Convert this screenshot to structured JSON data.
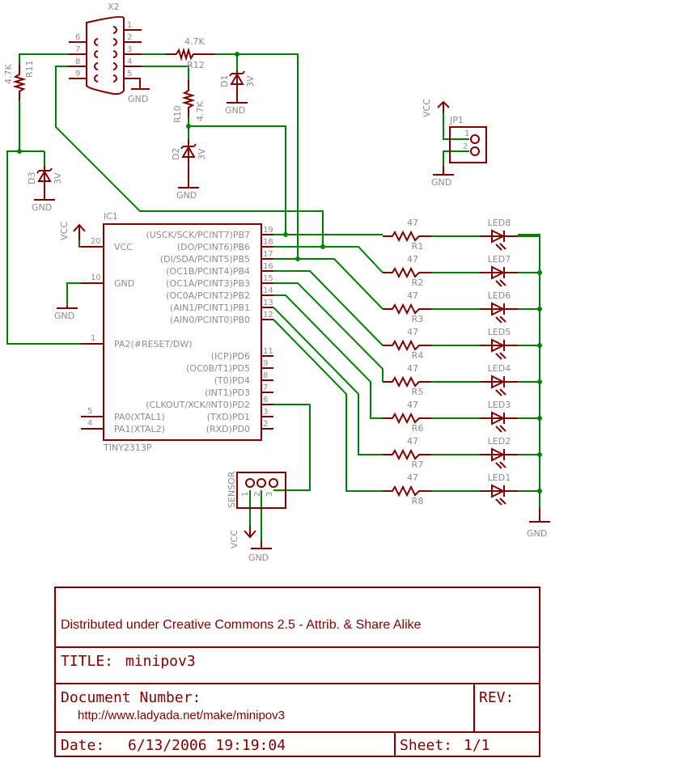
{
  "colors": {
    "wire": "#008000",
    "part": "#800000",
    "label": "#8c8c8c",
    "background": "#ffffff"
  },
  "connector_x2": {
    "name": "X2",
    "pins_left": [
      "6",
      "7",
      "8",
      "9"
    ],
    "pins_right": [
      "1",
      "2",
      "3",
      "4",
      "5"
    ],
    "gnd_label": "GND"
  },
  "resistors_top": [
    {
      "name": "R12",
      "value": "4.7K"
    },
    {
      "name": "R11",
      "value": "4.7K"
    },
    {
      "name": "R10",
      "value": "4.7K"
    }
  ],
  "zeners": [
    {
      "name": "D1",
      "value": "3V",
      "gnd": "GND"
    },
    {
      "name": "D2",
      "value": "3V",
      "gnd": "GND"
    },
    {
      "name": "D3",
      "value": "3V",
      "gnd": "GND"
    }
  ],
  "jumper": {
    "name": "JP1",
    "vcc": "VCC",
    "gnd": "GND",
    "pins": [
      "1",
      "2"
    ]
  },
  "ic": {
    "name": "IC1",
    "part": "TINY2313P",
    "vcc_label": "VCC",
    "gnd_label": "GND",
    "left_pins": [
      {
        "num": "20",
        "label": "VCC"
      },
      {
        "num": "10",
        "label": "GND"
      },
      {
        "num": "1",
        "label": "PA2(#RESET/DW)"
      },
      {
        "num": "5",
        "label": "PA0(XTAL1)"
      },
      {
        "num": "4",
        "label": "PA1(XTAL2)"
      }
    ],
    "right_pins": [
      {
        "num": "19",
        "label": "(USCK/SCK/PCINT7)PB7"
      },
      {
        "num": "18",
        "label": "(DO/PCINT6)PB6"
      },
      {
        "num": "17",
        "label": "(DI/SDA/PCINT5)PB5"
      },
      {
        "num": "16",
        "label": "(OC1B/PCINT4)PB4"
      },
      {
        "num": "15",
        "label": "(OC1A/PCINT3)PB3"
      },
      {
        "num": "14",
        "label": "(OC0A/PCINT2)PB2"
      },
      {
        "num": "13",
        "label": "(AIN1/PCINT1)PB1"
      },
      {
        "num": "12",
        "label": "(AIN0/PCINT0)PB0"
      },
      {
        "num": "11",
        "label": "(ICP)PD6"
      },
      {
        "num": "9",
        "label": "(OC0B/T1)PD5"
      },
      {
        "num": "8",
        "label": "(T0)PD4"
      },
      {
        "num": "7",
        "label": "(INT1)PD3"
      },
      {
        "num": "6",
        "label": "(CLKOUT/XCK/INT0)PD2"
      },
      {
        "num": "3",
        "label": "(TXD)PD1"
      },
      {
        "num": "2",
        "label": "(RXD)PD0"
      }
    ]
  },
  "led_rows": [
    {
      "resistor": "R1",
      "value": "47",
      "led": "LED8"
    },
    {
      "resistor": "R2",
      "value": "47",
      "led": "LED7"
    },
    {
      "resistor": "R3",
      "value": "47",
      "led": "LED6"
    },
    {
      "resistor": "R4",
      "value": "47",
      "led": "LED5"
    },
    {
      "resistor": "R5",
      "value": "47",
      "led": "LED4"
    },
    {
      "resistor": "R6",
      "value": "47",
      "led": "LED3"
    },
    {
      "resistor": "R7",
      "value": "47",
      "led": "LED2"
    },
    {
      "resistor": "R8",
      "value": "47",
      "led": "LED1"
    }
  ],
  "led_gnd": "GND",
  "sensor": {
    "name": "SENSOR",
    "pins": [
      "1",
      "2",
      "3"
    ],
    "vcc": "VCC",
    "gnd": "GND"
  },
  "title_block": {
    "license": "Distributed under Creative Commons 2.5 - Attrib. & Share Alike",
    "title_label": "TITLE:",
    "title_value": "minipov3",
    "doc_label": "Document Number:",
    "doc_value": "http://www.ladyada.net/make/minipov3",
    "rev_label": "REV:",
    "date_label": "Date:",
    "date_value": "6/13/2006 19:19:04",
    "sheet_label": "Sheet:",
    "sheet_value": "1/1"
  }
}
